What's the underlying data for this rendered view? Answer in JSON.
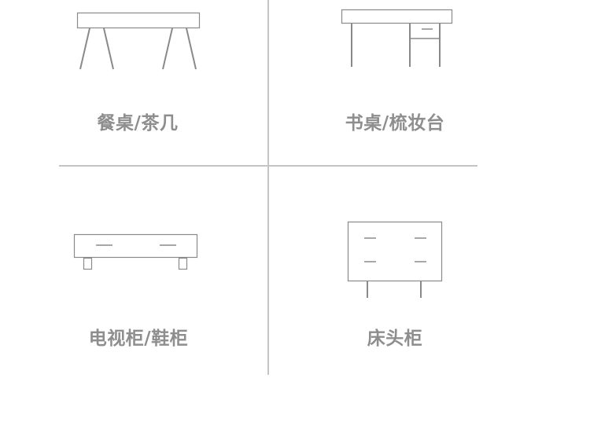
{
  "categories": [
    {
      "id": "dining",
      "label": "餐桌/茶几",
      "icon": "dining-table-icon"
    },
    {
      "id": "desk",
      "label": "书桌/梳妆台",
      "icon": "desk-icon"
    },
    {
      "id": "tv",
      "label": "电视柜/鞋柜",
      "icon": "tv-cabinet-icon"
    },
    {
      "id": "bedside",
      "label": "床头柜",
      "icon": "bedside-table-icon"
    }
  ]
}
